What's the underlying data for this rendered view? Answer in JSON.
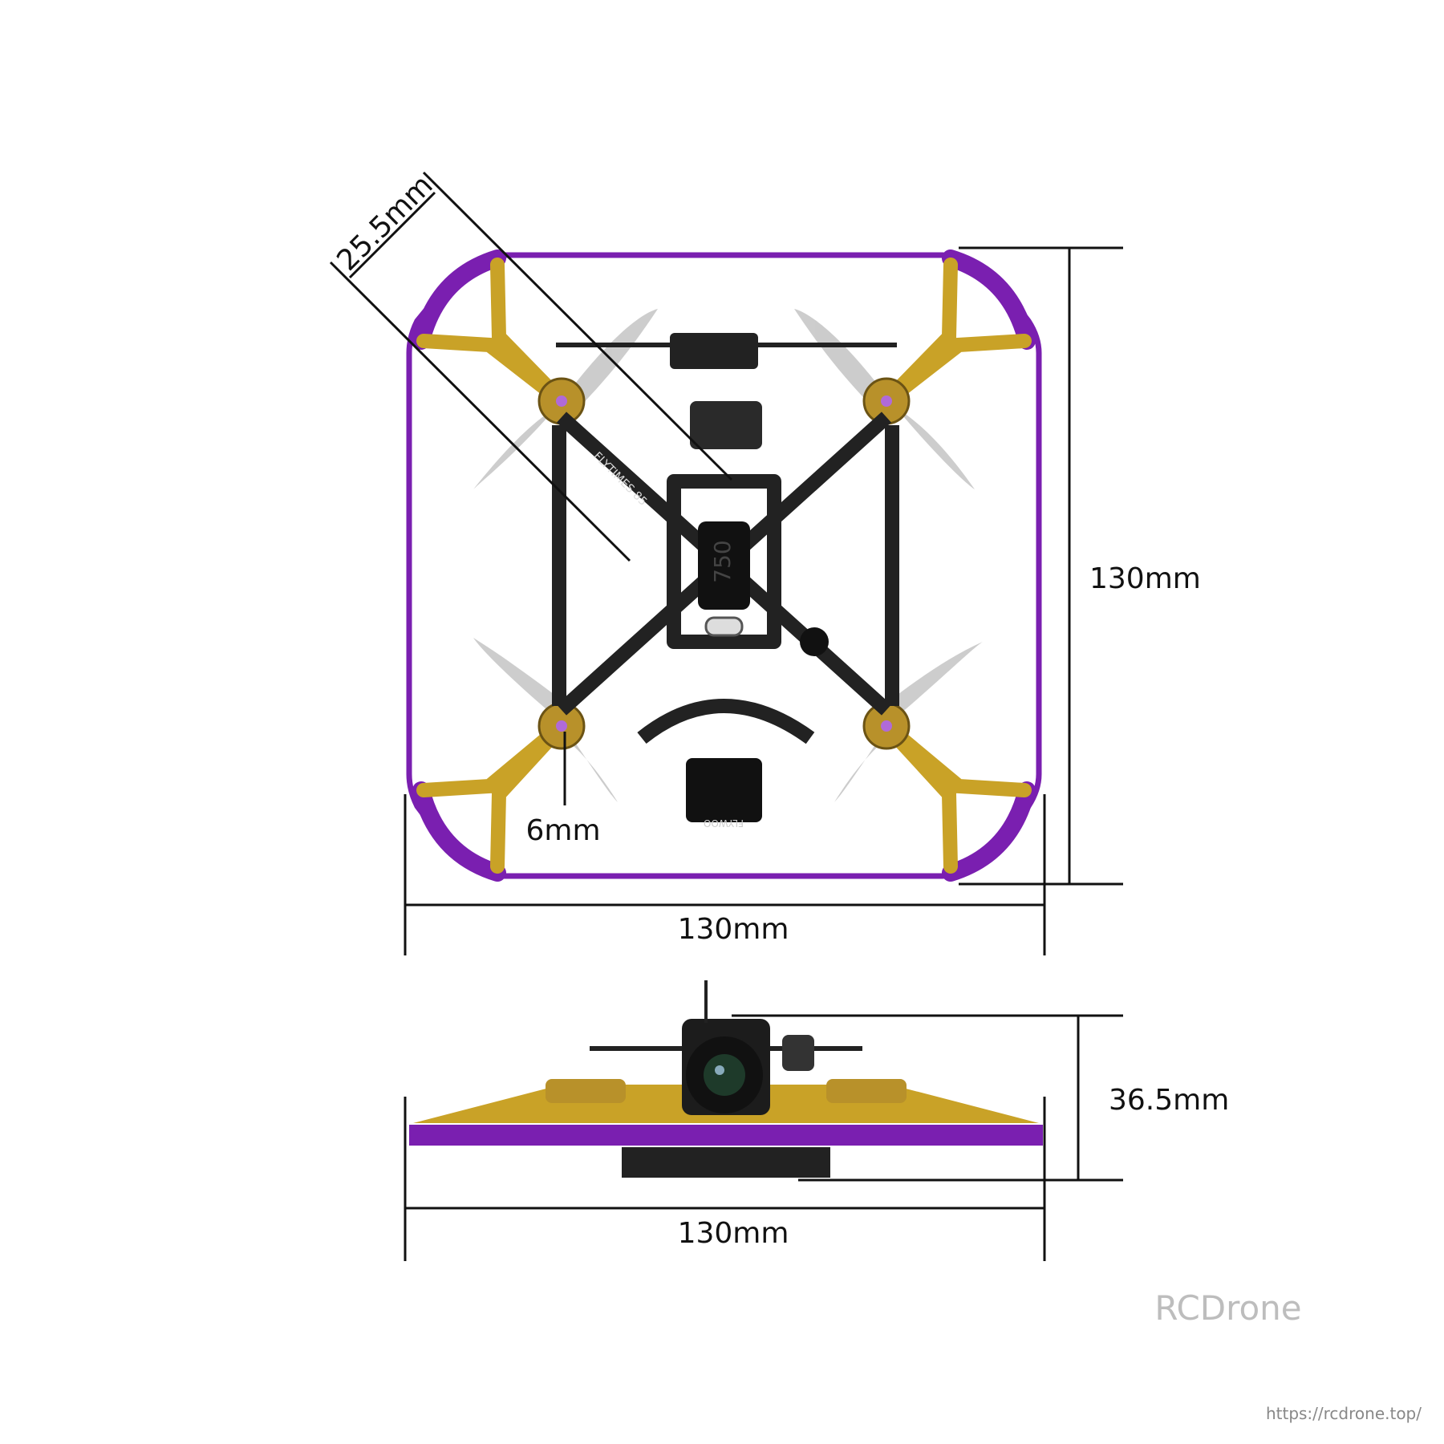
{
  "dimensions": {
    "prop_diameter": "25.5mm",
    "top_height": "130mm",
    "top_width": "130mm",
    "motor_size": "6mm",
    "side_height": "36.5mm",
    "side_width": "130mm"
  },
  "board_labels": {
    "brand": "FLYTIMES 85",
    "chip": "750",
    "camera": "FLYWOO"
  },
  "watermark": {
    "brand": "RCDrone",
    "url": "https://rcdrone.top/"
  },
  "colors": {
    "frame_guard": "#7a1fb0",
    "arms": "#c9a227",
    "body": "#222222",
    "props": "#b8b8b8",
    "dimension_lines": "#111111",
    "watermark": "#bdbdbd"
  }
}
